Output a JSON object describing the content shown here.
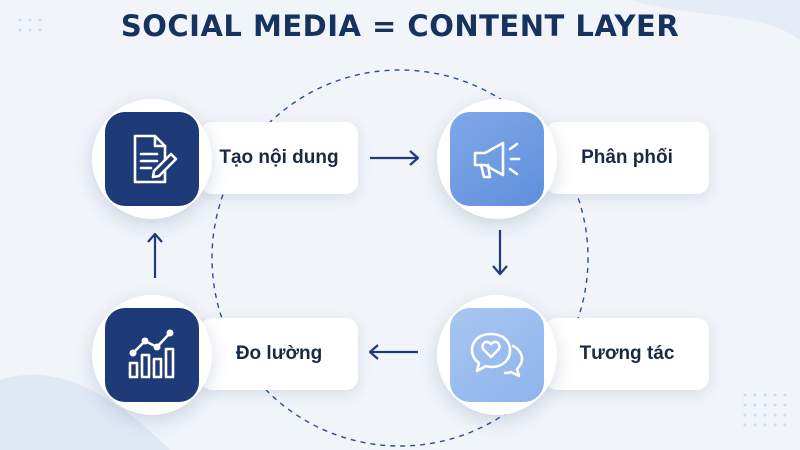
{
  "title": "SOCIAL MEDIA = CONTENT LAYER",
  "steps": [
    {
      "label": "Tạo nội dung",
      "icon": "document-pen-icon",
      "color": "#1e3a78"
    },
    {
      "label": "Phân phối",
      "icon": "megaphone-icon",
      "color": "#5f8fdc"
    },
    {
      "label": "Tương tác",
      "icon": "chat-heart-icon",
      "color": "#8db4ec"
    },
    {
      "label": "Đo lường",
      "icon": "bar-chart-trend-icon",
      "color": "#1e3a78"
    }
  ],
  "flow": [
    "Tạo nội dung",
    "Phân phối",
    "Tương tác",
    "Đo lường",
    "Tạo nội dung"
  ],
  "colors": {
    "title": "#16325e",
    "background": "#f1f4f9",
    "arrow": "#1e3a78"
  }
}
